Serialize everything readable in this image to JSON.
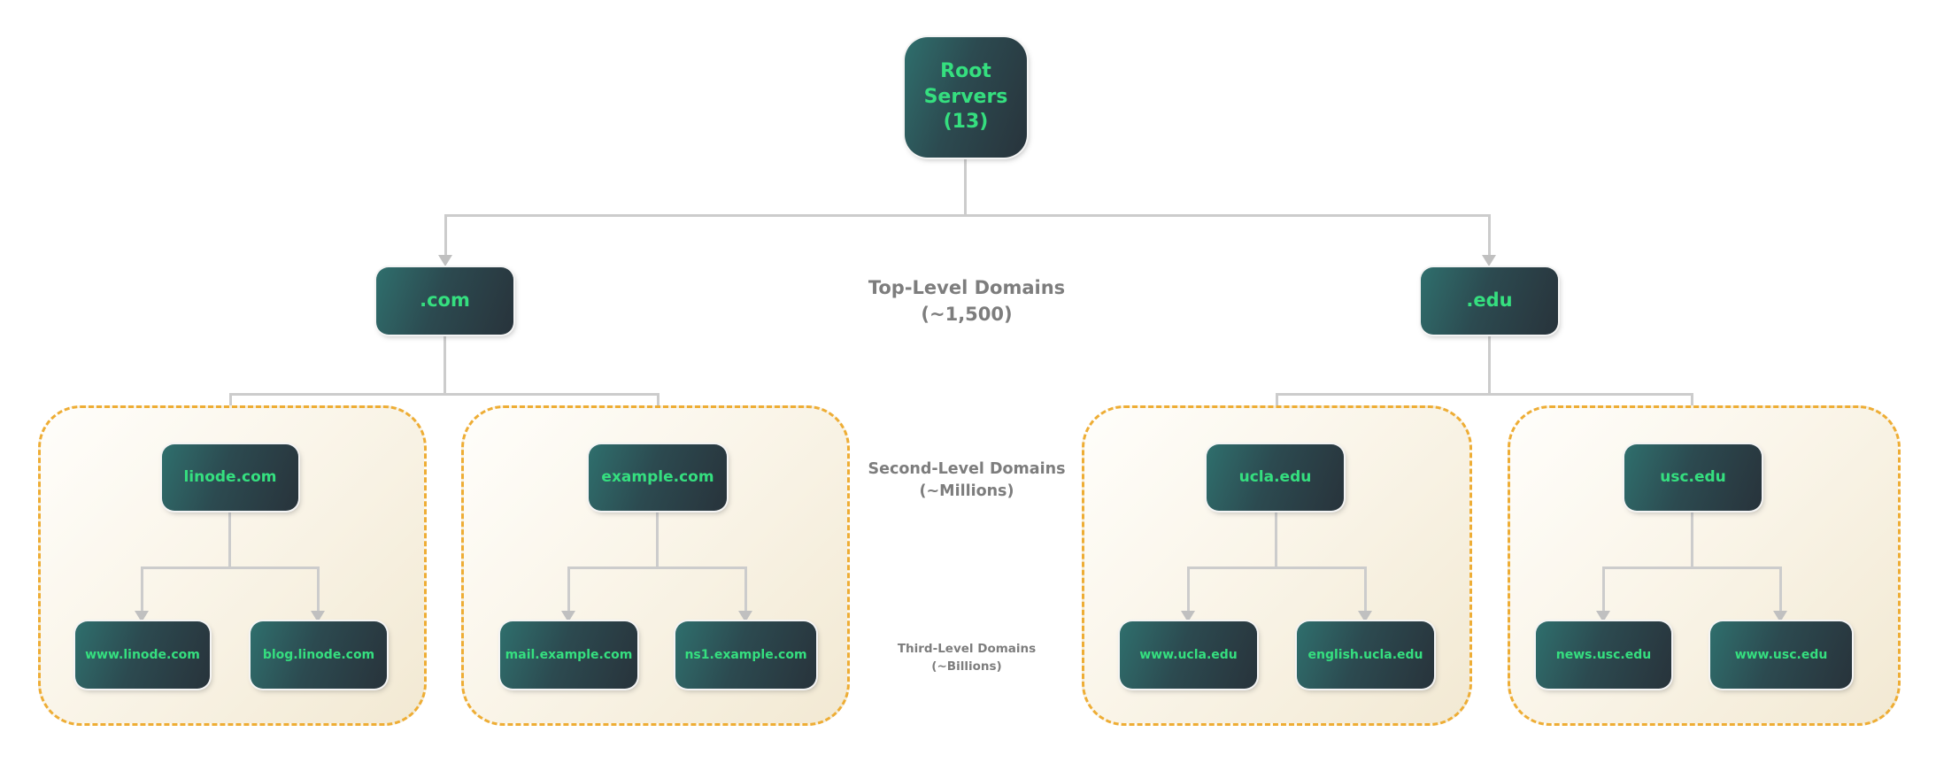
{
  "colors": {
    "node_gradient_start": "#2f6f6d",
    "node_gradient_end": "#28333b",
    "node_text_green": "#35df7f",
    "level_label_gray": "#7d7d7d",
    "connector_gray": "#cccccc",
    "group_border_amber": "#eead35",
    "group_bg_start": "#fffefb",
    "group_bg_end": "#f2e9d3",
    "page_bg": "#ffffff"
  },
  "tree": {
    "root": {
      "label": "Root\nServers\n(13)"
    },
    "tlds": [
      {
        "id": "com",
        "label": ".com"
      },
      {
        "id": "edu",
        "label": ".edu"
      }
    ],
    "groups": [
      {
        "parent": ".com",
        "sld": "linode.com",
        "subdomains": [
          "www.linode.com",
          "blog.linode.com"
        ]
      },
      {
        "parent": ".com",
        "sld": "example.com",
        "subdomains": [
          "mail.example.com",
          "ns1.example.com"
        ]
      },
      {
        "parent": ".edu",
        "sld": "ucla.edu",
        "subdomains": [
          "www.ucla.edu",
          "english.ucla.edu"
        ]
      },
      {
        "parent": ".edu",
        "sld": "usc.edu",
        "subdomains": [
          "news.usc.edu",
          "www.usc.edu"
        ]
      }
    ],
    "level_labels": [
      {
        "text": "Top-Level Domains\n(~1,500)"
      },
      {
        "text": "Second-Level Domains\n(~Millions)"
      },
      {
        "text": "Third-Level Domains\n(~Billions)"
      }
    ]
  }
}
